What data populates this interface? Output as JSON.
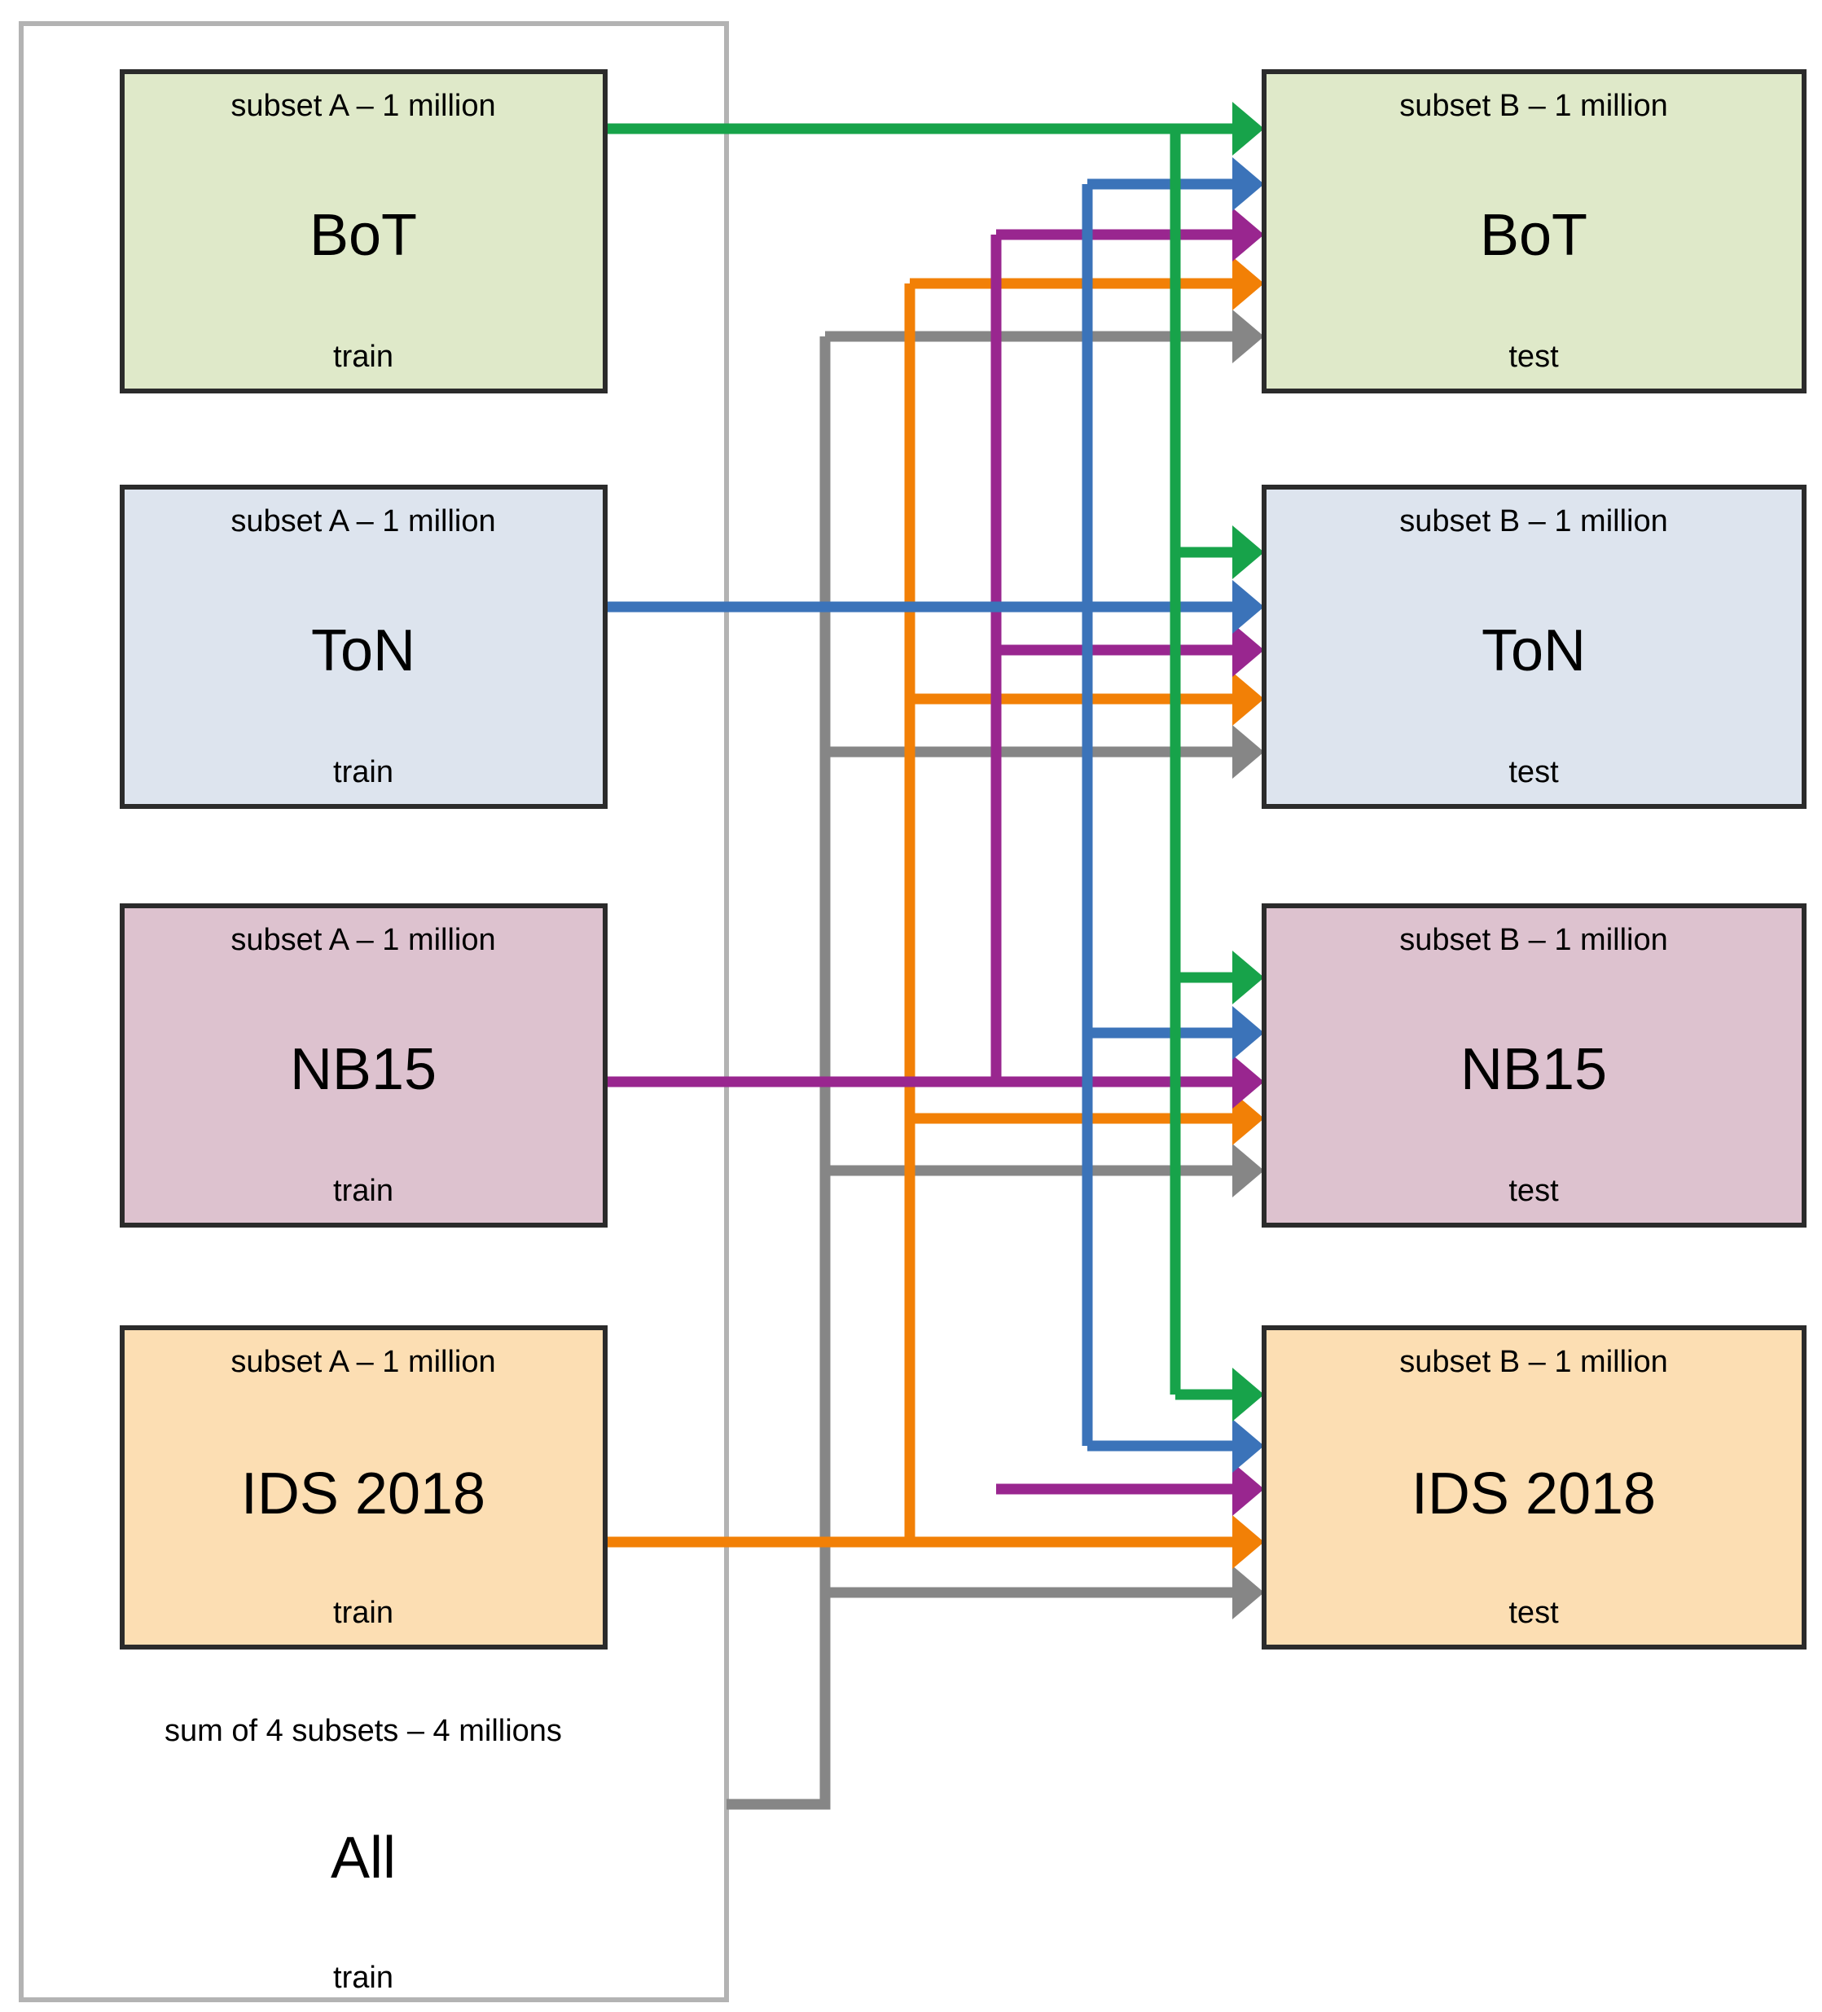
{
  "figure": {
    "type": "diagram",
    "description": "Cross-dataset train/test evaluation schema: four network-intrusion datasets plus a combined All set are trained on subset A and evaluated on subset B of every dataset."
  },
  "colors": {
    "green": "#17a34a",
    "blue": "#3b73b9",
    "purple": "#99268f",
    "orange": "#f28006",
    "gray": "#868686",
    "box_green_fill": "#dfe9c9",
    "box_blue_fill": "#dde4ee",
    "box_pink_fill": "#ddc2cf",
    "box_orange_fill": "#fcdeb3",
    "box_border": "#2b2b2b",
    "outer_border": "#b3b3b3"
  },
  "outer_group": {
    "header": "sum of 4 subsets – 4 millions",
    "name": "All",
    "split": "train"
  },
  "train_boxes": [
    {
      "header": "subset A – 1 million",
      "name": "BoT",
      "split": "train",
      "fill": "#dfe9c9",
      "color": "#17a34a"
    },
    {
      "header": "subset A – 1 million",
      "name": "ToN",
      "split": "train",
      "fill": "#dde4ee",
      "color": "#3b73b9"
    },
    {
      "header": "subset A – 1 million",
      "name": "NB15",
      "split": "train",
      "fill": "#ddc2cf",
      "color": "#99268f"
    },
    {
      "header": "subset A – 1 million",
      "name": "IDS 2018",
      "split": "train",
      "fill": "#fcdeb3",
      "color": "#f28006"
    }
  ],
  "test_boxes": [
    {
      "header": "subset B – 1 million",
      "name": "BoT",
      "split": "test",
      "fill": "#dfe9c9"
    },
    {
      "header": "subset B – 1 million",
      "name": "ToN",
      "split": "test",
      "fill": "#dde4ee"
    },
    {
      "header": "subset B – 1 million",
      "name": "NB15",
      "split": "test",
      "fill": "#ddc2cf"
    },
    {
      "header": "subset B – 1 million",
      "name": "IDS 2018",
      "split": "test",
      "fill": "#fcdeb3"
    }
  ],
  "edges": [
    {
      "source": "BoT train",
      "targets": [
        "BoT test",
        "ToN test",
        "NB15 test",
        "IDS 2018 test"
      ],
      "color": "#17a34a"
    },
    {
      "source": "ToN train",
      "targets": [
        "BoT test",
        "ToN test",
        "NB15 test",
        "IDS 2018 test"
      ],
      "color": "#3b73b9"
    },
    {
      "source": "NB15 train",
      "targets": [
        "BoT test",
        "ToN test",
        "NB15 test",
        "IDS 2018 test"
      ],
      "color": "#99268f"
    },
    {
      "source": "IDS 2018 train",
      "targets": [
        "BoT test",
        "ToN test",
        "NB15 test",
        "IDS 2018 test"
      ],
      "color": "#f28006"
    },
    {
      "source": "All train",
      "targets": [
        "BoT test",
        "ToN test",
        "NB15 test",
        "IDS 2018 test"
      ],
      "color": "#868686"
    }
  ]
}
